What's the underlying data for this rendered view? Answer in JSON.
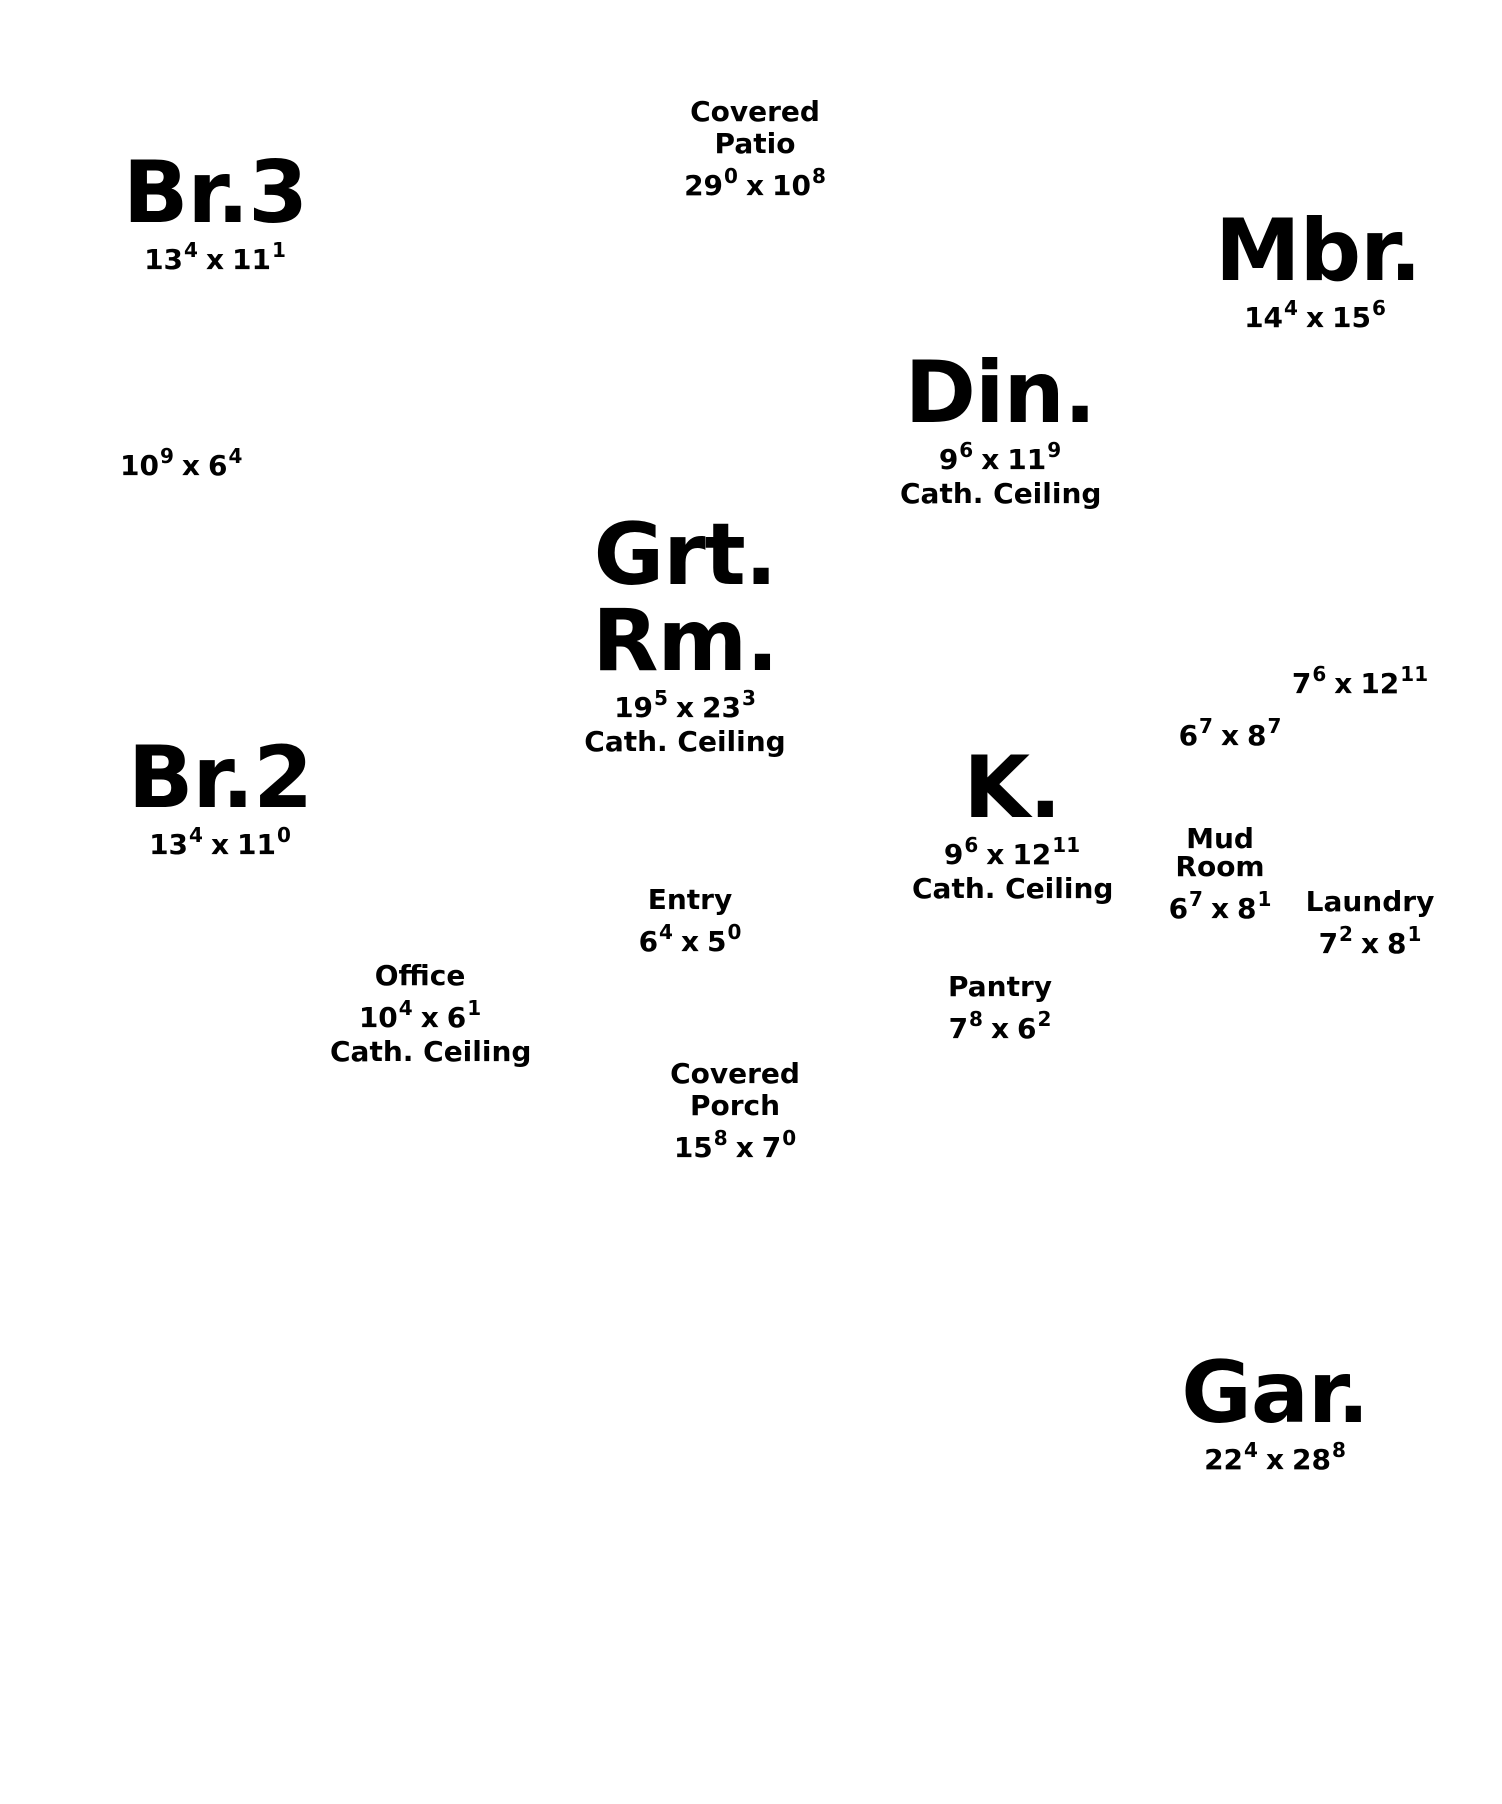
{
  "rooms": {
    "covered_patio": {
      "name1": "Covered",
      "name2": "Patio",
      "w": "29",
      "w_in": "0",
      "x": "x",
      "h": "10",
      "h_in": "8"
    },
    "br3": {
      "name": "Br.3",
      "w": "13",
      "w_in": "4",
      "x": "x",
      "h": "11",
      "h_in": "1"
    },
    "mbr": {
      "name": "Mbr.",
      "w": "14",
      "w_in": "4",
      "x": "x",
      "h": "15",
      "h_in": "6"
    },
    "din": {
      "name": "Din.",
      "w": "9",
      "w_in": "6",
      "x": "x",
      "h": "11",
      "h_in": "9",
      "note": "Cath. Ceiling"
    },
    "closet_left": {
      "w": "10",
      "w_in": "9",
      "x": "x",
      "h": "6",
      "h_in": "4"
    },
    "grt_rm": {
      "name": "Grt. Rm.",
      "w": "19",
      "w_in": "5",
      "x": "x",
      "h": "23",
      "h_in": "3",
      "note": "Cath. Ceiling"
    },
    "room_right_a": {
      "w": "7",
      "w_in": "6",
      "x": "x",
      "h": "12",
      "h_in": "11"
    },
    "room_right_b": {
      "w": "6",
      "w_in": "7",
      "x": "x",
      "h": "8",
      "h_in": "7"
    },
    "br2": {
      "name": "Br.2",
      "w": "13",
      "w_in": "4",
      "x": "x",
      "h": "11",
      "h_in": "0"
    },
    "k": {
      "name": "K.",
      "w": "9",
      "w_in": "6",
      "x": "x",
      "h": "12",
      "h_in": "11",
      "note": "Cath. Ceiling"
    },
    "mud_room": {
      "name": "Mud Room",
      "w": "6",
      "w_in": "7",
      "x": "x",
      "h": "8",
      "h_in": "1"
    },
    "laundry": {
      "name": "Laundry",
      "w": "7",
      "w_in": "2",
      "x": "x",
      "h": "8",
      "h_in": "1"
    },
    "entry": {
      "name": "Entry",
      "w": "6",
      "w_in": "4",
      "x": "x",
      "h": "5",
      "h_in": "0"
    },
    "office": {
      "name": "Office",
      "w": "10",
      "w_in": "4",
      "x": "x",
      "h": "6",
      "h_in": "1",
      "note": "Cath. Ceiling"
    },
    "pantry": {
      "name": "Pantry",
      "w": "7",
      "w_in": "8",
      "x": "x",
      "h": "6",
      "h_in": "2"
    },
    "covered_porch": {
      "name1": "Covered",
      "name2": "Porch",
      "w": "15",
      "w_in": "8",
      "x": "x",
      "h": "7",
      "h_in": "0"
    },
    "gar": {
      "name": "Gar.",
      "w": "22",
      "w_in": "4",
      "x": "x",
      "h": "28",
      "h_in": "8"
    }
  }
}
